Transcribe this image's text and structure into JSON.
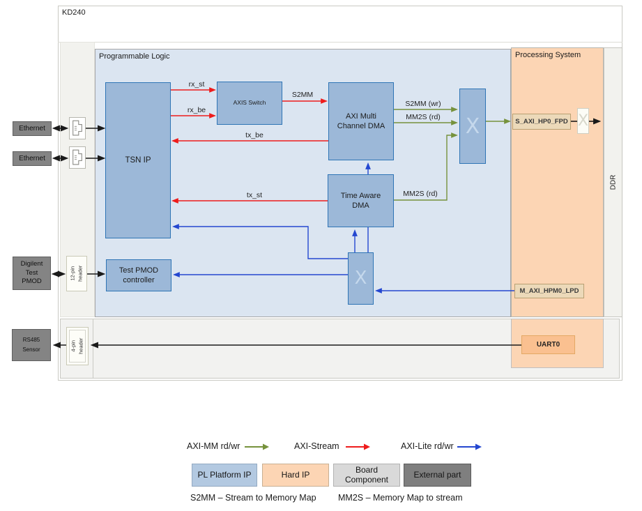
{
  "board": {
    "title": "KD240"
  },
  "sections": {
    "pl_label": "Programmable Logic",
    "ps_label": "Processing System",
    "ddr_label": "DDR"
  },
  "blocks": {
    "tsn_ip": "TSN IP",
    "axis_switch": "AXIS Switch",
    "mcdma_line1": "AXI Multi",
    "mcdma_line2": "Channel DMA",
    "tadma_line1": "Time Aware",
    "tadma_line2": "DMA",
    "test_pmod_line1": "Test PMOD",
    "test_pmod_line2": "controller",
    "s_axi_port": "S_AXI_HP0_FPD",
    "m_axi_port": "M_AXI_HPM0_LPD",
    "uart0": "UART0",
    "mux_glyph": "X"
  },
  "external_parts": {
    "ethernet_top": "Ethernet",
    "ethernet_bottom": "Ethernet",
    "pmod_line1": "Digilent",
    "pmod_line2": "Test",
    "pmod_line3": "PMOD",
    "rs485_line1": "RS485",
    "rs485_line2": "Sensor"
  },
  "connectors": {
    "header12_line1": "12-pin",
    "header12_line2": "header",
    "header4_line1": "4-pin",
    "header4_line2": "header"
  },
  "signals": {
    "rx_st": "rx_st",
    "rx_be": "rx_be",
    "s2mm": "S2MM",
    "tx_be": "tx_be",
    "tx_st": "tx_st",
    "s2mm_wr": "S2MM (wr)",
    "mm2s_rd_top": "MM2S (rd)",
    "mm2s_rd_bottom": "MM2S (rd)"
  },
  "legend": {
    "arrow_items": [
      {
        "label": "AXI-MM rd/wr",
        "color": "#76923c"
      },
      {
        "label": "AXI-Stream",
        "color": "#ee1c1c"
      },
      {
        "label": "AXI-Lite rd/wr",
        "color": "#2447d0"
      }
    ],
    "swatch_items": [
      {
        "label": "PL Platform IP",
        "fill": "#b3c9e1"
      },
      {
        "label": "Hard IP",
        "fill": "#fcd5b4"
      },
      {
        "label": "Board Component",
        "fill": "#d9d9d9"
      },
      {
        "label": "External part",
        "fill": "#7f7f7f"
      }
    ],
    "caption_left": "S2MM – Stream to Memory Map",
    "caption_right": "MM2S – Memory Map to stream"
  },
  "colors": {
    "axi_mm_green": "#76923c",
    "axi_stream_red": "#ee1c1c",
    "axi_lite_blue": "#2447d0",
    "pl_block_fill": "#9cb8d8",
    "pl_block_border": "#2e74b5",
    "pl_region_fill": "#dbe5f1",
    "ps_region_fill": "#fcd5b4",
    "port_fill": "#ecd9b9",
    "uart_fill": "#fac090",
    "external_fill": "#848484"
  }
}
